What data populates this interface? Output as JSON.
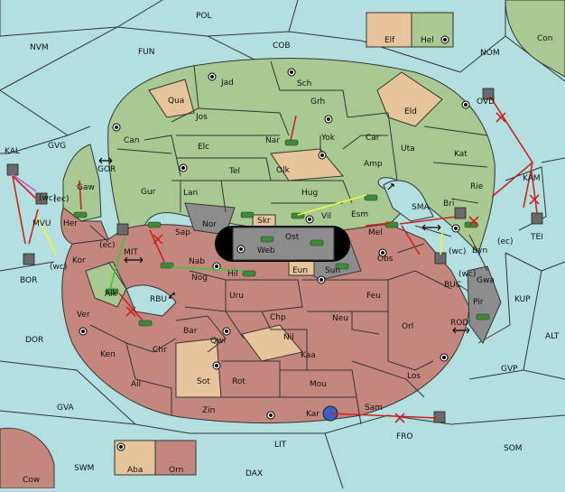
{
  "map": {
    "colors": {
      "sea": "#b3dfe0",
      "green": "#a8c991",
      "red": "#c4877e",
      "tan": "#e6c49c",
      "gray": "#8c8c8c",
      "move_red": "#cc2222",
      "move_yellow": "#ffff33",
      "move_green": "#33cc33",
      "move_purple": "#cc55cc"
    },
    "sea_labels": [
      "POL",
      "NVM",
      "FUN",
      "COB",
      "NOM",
      "GVG",
      "GOR",
      "KAL",
      "MVU",
      "BOR",
      "MIT",
      "RBU",
      "DOR",
      "GVA",
      "SWM",
      "LIT",
      "DAX",
      "FRO",
      "SOM",
      "GVP",
      "ALT",
      "KUP",
      "ROD",
      "BUC",
      "SMA",
      "OVD",
      "KAM",
      "TEI"
    ],
    "land_labels": [
      "Elf",
      "Hel",
      "Con",
      "Jad",
      "Sch",
      "Qua",
      "Jos",
      "Grh",
      "Eld",
      "Can",
      "Nar",
      "Yok",
      "Car",
      "Elc",
      "Tel",
      "Olk",
      "Uta",
      "Kat",
      "Gaw",
      "Amp",
      "Gur",
      "Lan",
      "Hug",
      "Rie",
      "Esm",
      "Bri",
      "Her",
      "Nor",
      "Sap",
      "Skr",
      "Ost",
      "Vil",
      "Mel",
      "Byn",
      "Kor",
      "Web",
      "Obs",
      "Nab",
      "Eun",
      "Sun",
      "Hil",
      "Gwa",
      "Aik",
      "Nog",
      "Uru",
      "Feu",
      "Pir",
      "Ver",
      "Chp",
      "Neu",
      "Orl",
      "Bar",
      "Qwi",
      "Nil",
      "Ken",
      "Kaa",
      "Chr",
      "Los",
      "Sot",
      "Rot",
      "Ail",
      "Mou",
      "Zin",
      "Kar",
      "Sam",
      "Aba",
      "Orn",
      "Cow"
    ],
    "coast_tags": [
      "(ec)",
      "(wc)",
      "(ec)",
      "(wc)",
      "(wc)",
      "(ec)",
      "(wc)"
    ]
  }
}
